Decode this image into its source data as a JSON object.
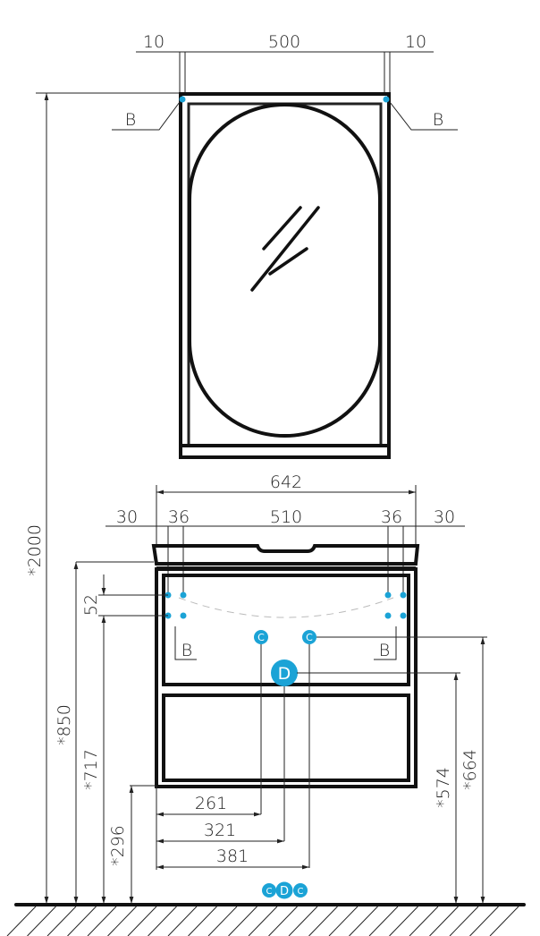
{
  "mirror": {
    "dims": {
      "left_gap": "10",
      "width": "500",
      "right_gap": "10",
      "total_height": "*2000"
    },
    "section_labels": {
      "left": "B",
      "right": "B"
    }
  },
  "cabinet": {
    "dims": {
      "overall_width": "642",
      "side_left": "30",
      "inset_left": "36",
      "inner_width": "510",
      "inset_right": "36",
      "side_right": "30",
      "height_850": "*850",
      "height_717": "*717",
      "spacing_52": "52",
      "height_296": "*296",
      "height_574": "*574",
      "height_664": "*664",
      "offset_261": "261",
      "offset_321": "321",
      "offset_381": "381"
    },
    "section_labels": {
      "left": "B",
      "right": "B"
    },
    "markers": {
      "c_left": "C",
      "c_right": "C",
      "d": "D"
    }
  },
  "legend": {
    "c1": "C",
    "d": "D",
    "c2": "C"
  },
  "colors": {
    "marker": "#1ba3d6",
    "line": "#111111"
  }
}
